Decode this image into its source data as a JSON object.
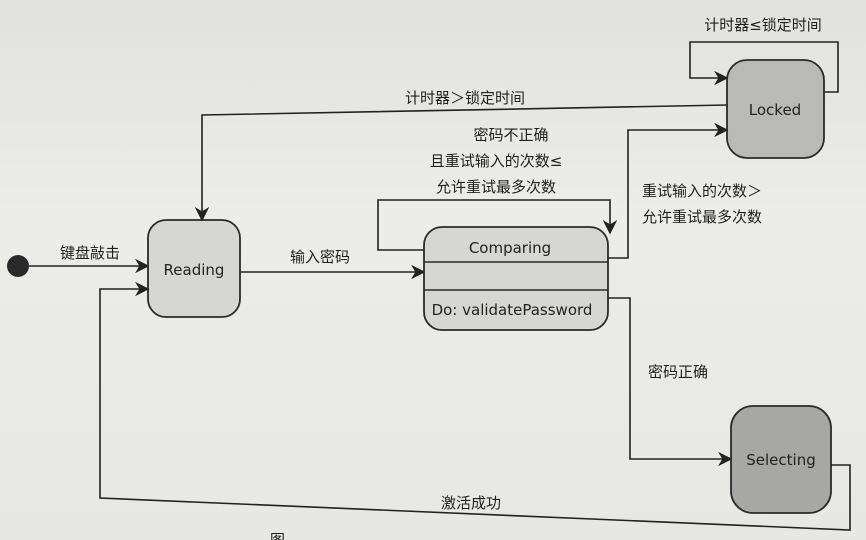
{
  "states": {
    "reading": "Reading",
    "comparing": "Comparing",
    "comparing_activity": "Do: validatePassword",
    "locked": "Locked",
    "selecting": "Selecting"
  },
  "transitions": {
    "initial_to_reading": "键盘敲击",
    "reading_to_comparing": "输入密码",
    "locked_to_reading": "计时器＞锁定时间",
    "locked_self": "计时器≤锁定时间",
    "comparing_self": [
      "密码不正确",
      "且重试输入的次数≤",
      "允许重试最多次数"
    ],
    "comparing_to_locked": [
      "重试输入的次数＞",
      "允许重试最多次数"
    ],
    "comparing_to_selecting": "密码正确",
    "selecting_to_reading": "激活成功"
  },
  "figure_caption": "图"
}
